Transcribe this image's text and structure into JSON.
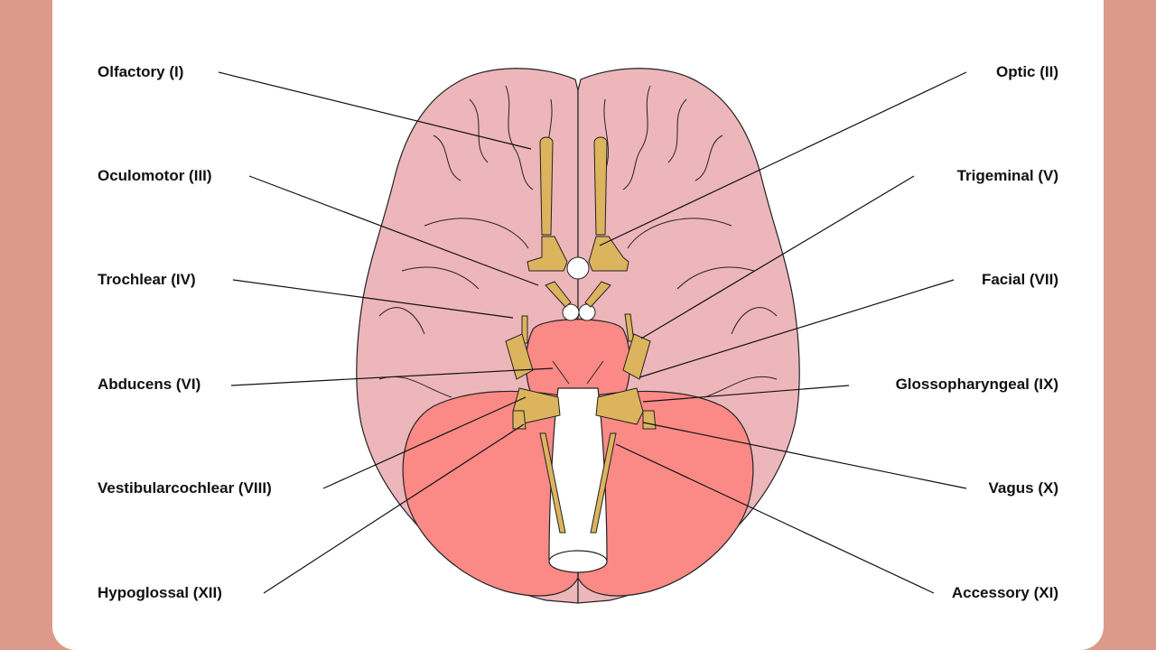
{
  "labels": {
    "olfactory": "Olfactory (I)",
    "optic": "Optic (II)",
    "oculomotor": "Oculomotor (III)",
    "trochlear": "Trochlear (IV)",
    "trigeminal": "Trigeminal (V)",
    "abducens": "Abducens (VI)",
    "facial": "Facial (VII)",
    "vestibulocochlear": "Vestibularcochlear (VIII)",
    "glossopharyngeal": "Glossopharyngeal (IX)",
    "vagus": "Vagus (X)",
    "accessory": "Accessory (XI)",
    "hypoglossal": "Hypoglossal (XII)"
  },
  "colors": {
    "background": "#dc9a8a",
    "cerebrum": "#edb6bb",
    "cerebellum": "#fb8a86",
    "brainstem": "#ffffff",
    "nerves": "#ddb45e"
  }
}
